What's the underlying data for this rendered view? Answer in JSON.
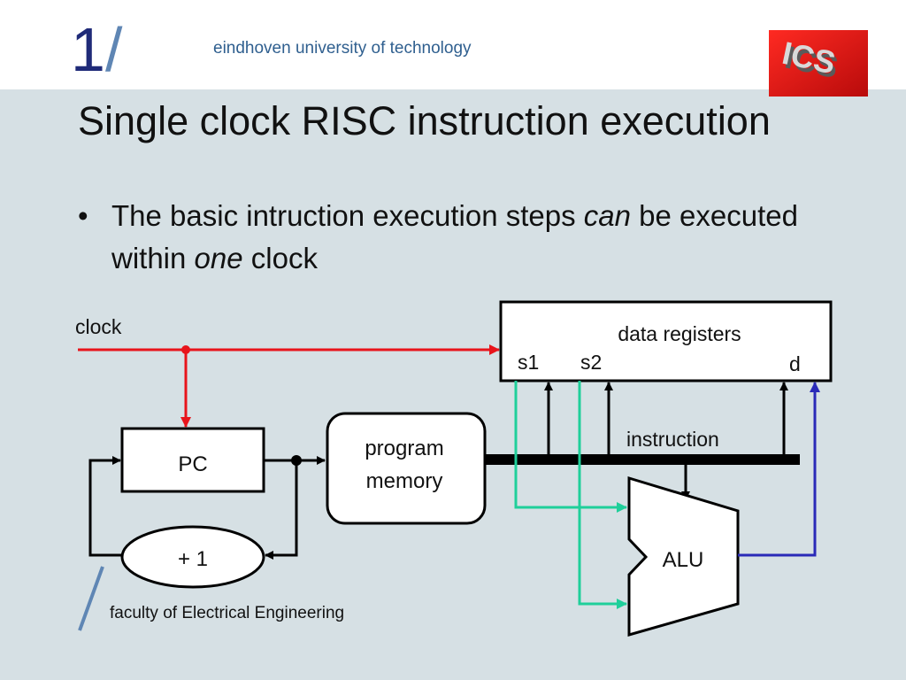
{
  "header": {
    "logo_mark": "1",
    "logo_slash": "/",
    "university": "eindhoven university of technology",
    "ics_logo_text": "ICS"
  },
  "slide": {
    "title": "Single clock RISC instruction execution",
    "bullet_marker": "•",
    "bullet": {
      "part1": "The basic intruction execution steps ",
      "em1": "can",
      "part2": " be executed within ",
      "em2": "one",
      "part3": " clock"
    }
  },
  "diagram": {
    "clock_label": "clock",
    "pc_label": "PC",
    "increment_label": "+ 1",
    "program_memory_line1": "program",
    "program_memory_line2": "memory",
    "data_registers_label": "data registers",
    "s1_label": "s1",
    "s2_label": "s2",
    "d_label": "d",
    "instruction_label": "instruction",
    "alu_label": "ALU",
    "colors": {
      "clock": "#e8141b",
      "register_to_alu": "#1fcf9a",
      "alu_to_register": "#2a2ab8",
      "wire": "#000000"
    }
  },
  "footer": {
    "faculty": "faculty of Electrical Engineering"
  }
}
